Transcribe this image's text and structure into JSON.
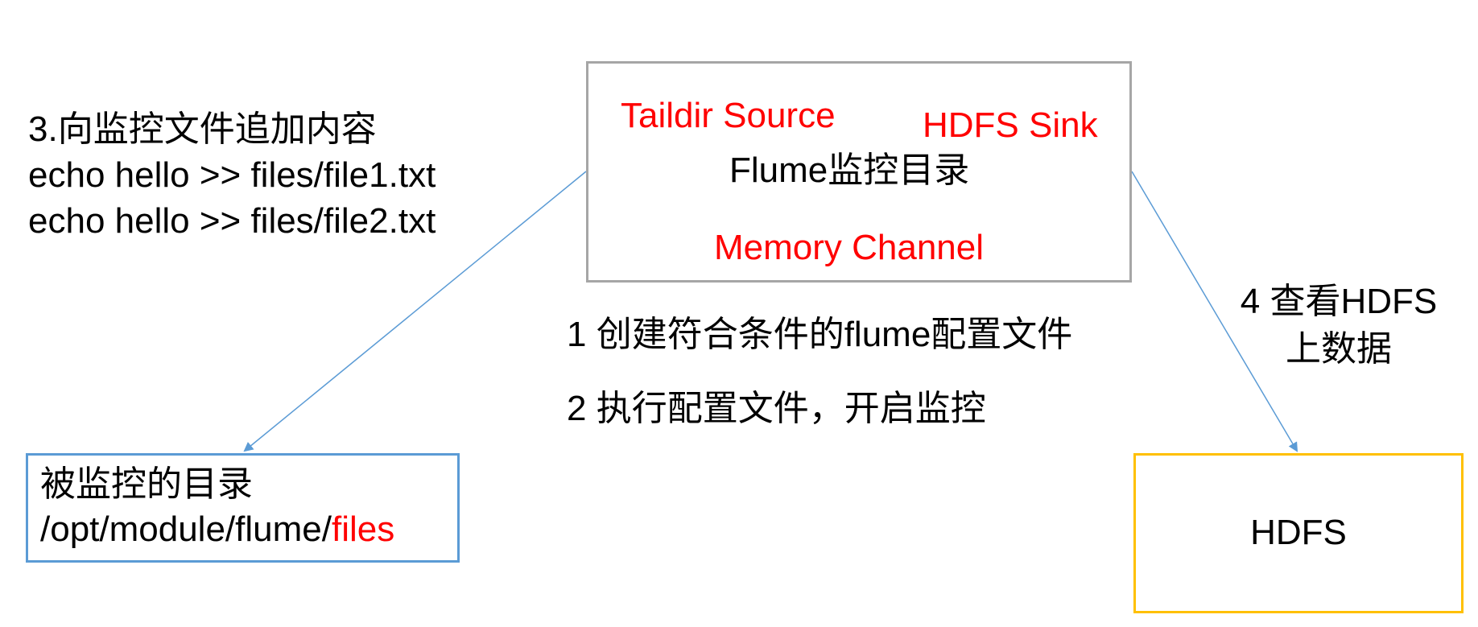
{
  "flume_box": {
    "source_label": "Taildir Source",
    "sink_label": "HDFS Sink",
    "title": "Flume监控目录",
    "channel_label": "Memory Channel"
  },
  "step3": {
    "title": "3.向监控文件追加内容",
    "cmd1": "echo hello >> files/file1.txt",
    "cmd2": "echo hello >> files/file2.txt"
  },
  "step1": "1 创建符合条件的flume配置文件",
  "step2": "2 执行配置文件，开启监控",
  "step4": {
    "line1": "4 查看HDFS",
    "line2": "上数据"
  },
  "monitored_dir": {
    "title": "被监控的目录",
    "path_prefix": "/opt/module/flume/",
    "path_highlight": "files"
  },
  "hdfs_box": {
    "label": "HDFS"
  },
  "colors": {
    "highlight": "#ff0000",
    "flume_border": "#a6a6a6",
    "monitored_border": "#5b9bd5",
    "hdfs_border": "#ffc000",
    "arrow": "#5b9bd5"
  }
}
